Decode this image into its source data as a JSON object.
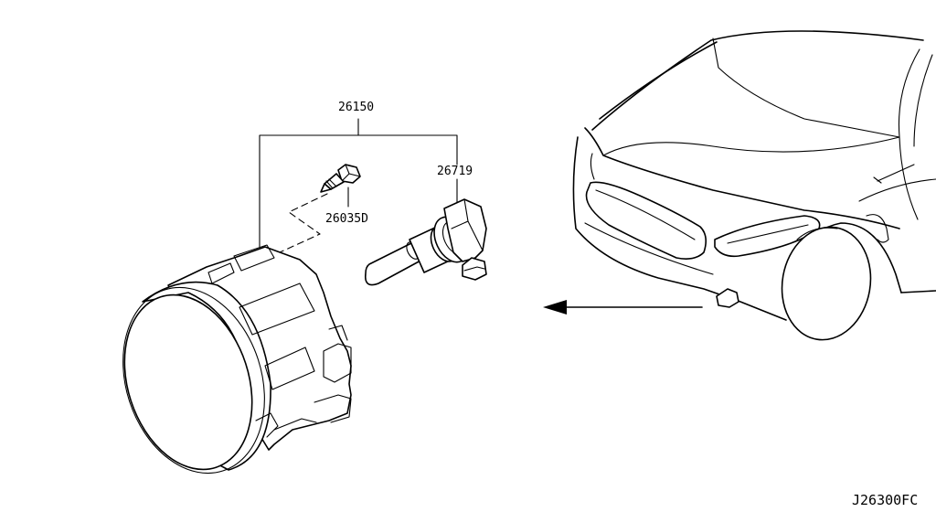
{
  "callouts": {
    "fog_lamp_assembly": "26150",
    "bulb": "26719",
    "screw": "26035D"
  },
  "diagram_code": "J26300FC"
}
